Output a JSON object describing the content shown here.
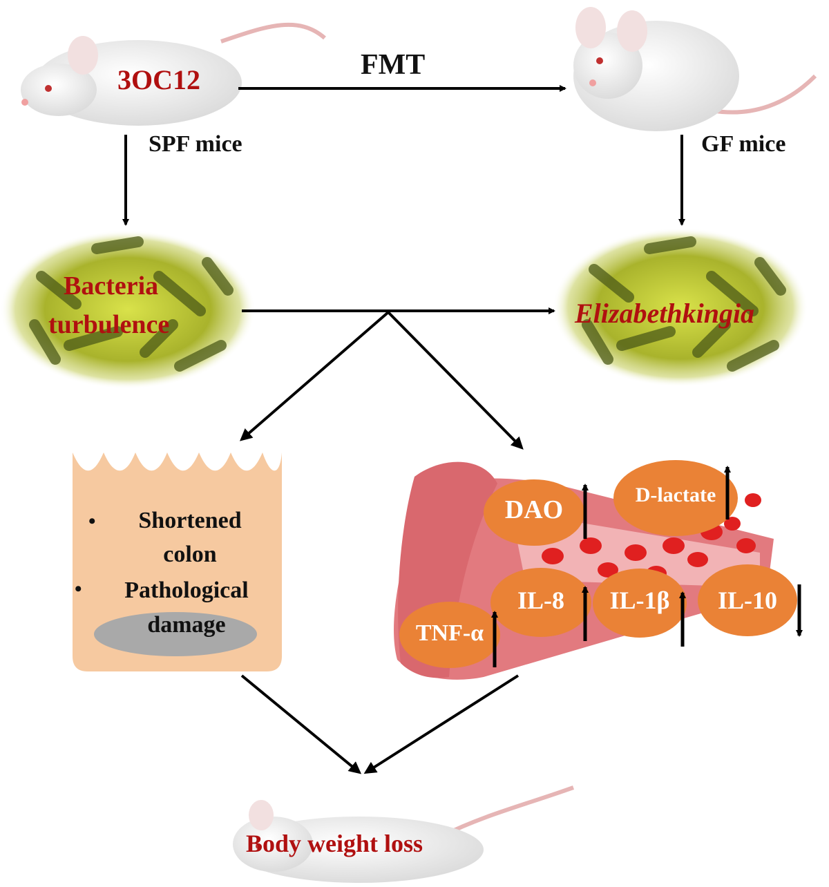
{
  "top": {
    "treatment_label": "3OC12",
    "transfer_label": "FMT",
    "spf_label": "SPF mice",
    "gf_label": "GF mice"
  },
  "microbiota": {
    "left_line1": "Bacteria",
    "left_line2": "turbulence",
    "right_label": "Elizabethkingia"
  },
  "colon": {
    "bullet": "•",
    "item1_line1": "Shortened",
    "item1_line2": "colon",
    "item2_line1": "Pathological",
    "item2_line2": "damage"
  },
  "markers": {
    "dao": "DAO",
    "d_lactate": "D-lactate",
    "il8": "IL-8",
    "il1b": "IL-1β",
    "il10": "IL-10",
    "tnf": "TNF-α",
    "directions": {
      "dao": "up",
      "d_lactate": "up",
      "il8": "up",
      "il1b": "up",
      "il10": "down",
      "tnf": "up"
    }
  },
  "outcome": {
    "label": "Body weight loss"
  },
  "colors": {
    "label_red": "#b01010",
    "marker_orange": "#ea8236",
    "colon_fill": "#f6c9a0",
    "vessel_pink": "#e27a7f",
    "blood_cell_red": "#e02020"
  }
}
